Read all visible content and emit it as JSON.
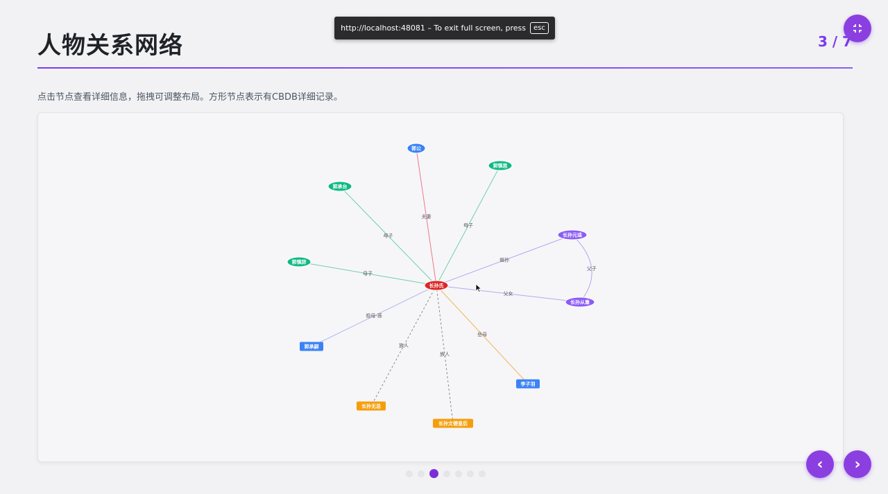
{
  "slide": {
    "title": "人物关系网络",
    "page_indicator": "3 / 7",
    "description": "点击节点查看详细信息，拖拽可调整布局。方形节点表示有CBDB详细记录。"
  },
  "fullscreen_toast": {
    "text": "http://localhost:48081 – To exit full screen, press",
    "key": "esc"
  },
  "buttons": {
    "fullscreen_icon": "fullscreen-exit-icon",
    "prev": "‹",
    "next": "›"
  },
  "pagination": {
    "total": 7,
    "current": 3
  },
  "colors": {
    "accent": "#7c3aed",
    "center": "#dc2626",
    "green": "#10b981",
    "blue": "#3b82f6",
    "purple": "#8b5cf6",
    "orange": "#f59e0b"
  },
  "graph": {
    "nodes": [
      {
        "id": "center",
        "label": "长孙氏",
        "color": "#dc2626",
        "shape": "ellipse"
      },
      {
        "id": "guogong",
        "label": "郭公",
        "color": "#3b82f6",
        "shape": "ellipse"
      },
      {
        "id": "gsx",
        "label": "郭慎思",
        "color": "#10b981",
        "shape": "ellipse"
      },
      {
        "id": "gct",
        "label": "郭承台",
        "color": "#10b981",
        "shape": "ellipse"
      },
      {
        "id": "gsc",
        "label": "郭慎辞",
        "color": "#10b981",
        "shape": "ellipse"
      },
      {
        "id": "csyd",
        "label": "长孙元适",
        "color": "#8b5cf6",
        "shape": "ellipse"
      },
      {
        "id": "cscz",
        "label": "长孙从重",
        "color": "#8b5cf6",
        "shape": "ellipse"
      },
      {
        "id": "gcs",
        "label": "郭承嗣",
        "color": "#3b82f6",
        "shape": "rect"
      },
      {
        "id": "lzy",
        "label": "李子羽",
        "color": "#3b82f6",
        "shape": "rect"
      },
      {
        "id": "cswj",
        "label": "长孙无忌",
        "color": "#f59e0b",
        "shape": "rect"
      },
      {
        "id": "cswdhh",
        "label": "长孙文德皇后",
        "color": "#f59e0b",
        "shape": "rect"
      }
    ],
    "edges": [
      {
        "from": "center",
        "to": "guogong",
        "label": "夫妻",
        "color": "#e8798a",
        "dashed": false,
        "curved": false
      },
      {
        "from": "center",
        "to": "gsx",
        "label": "母子",
        "color": "#6fcfa6",
        "dashed": false,
        "curved": false
      },
      {
        "from": "center",
        "to": "gct",
        "label": "母子",
        "color": "#6fcfa6",
        "dashed": false,
        "curved": false
      },
      {
        "from": "center",
        "to": "gsc",
        "label": "母子",
        "color": "#6fcfa6",
        "dashed": false,
        "curved": false
      },
      {
        "from": "center",
        "to": "csyd",
        "label": "祖孙",
        "color": "#b3a7f0",
        "dashed": false,
        "curved": false
      },
      {
        "from": "center",
        "to": "cscz",
        "label": "父女",
        "color": "#b3a7f0",
        "dashed": false,
        "curved": false
      },
      {
        "from": "csyd",
        "to": "cscz",
        "label": "父子",
        "color": "#b3a7f0",
        "dashed": false,
        "curved": true
      },
      {
        "from": "center",
        "to": "gcs",
        "label": "祖母-孫",
        "color": "#b3b7f0",
        "dashed": false,
        "curved": false
      },
      {
        "from": "center",
        "to": "lzy",
        "label": "岳母",
        "color": "#f2b25c",
        "dashed": false,
        "curved": false
      },
      {
        "from": "center",
        "to": "cswj",
        "label": "族人",
        "color": "#8a8a8a",
        "dashed": true,
        "curved": false
      },
      {
        "from": "center",
        "to": "cswdhh",
        "label": "族人",
        "color": "#8a8a8a",
        "dashed": true,
        "curved": false
      }
    ]
  }
}
